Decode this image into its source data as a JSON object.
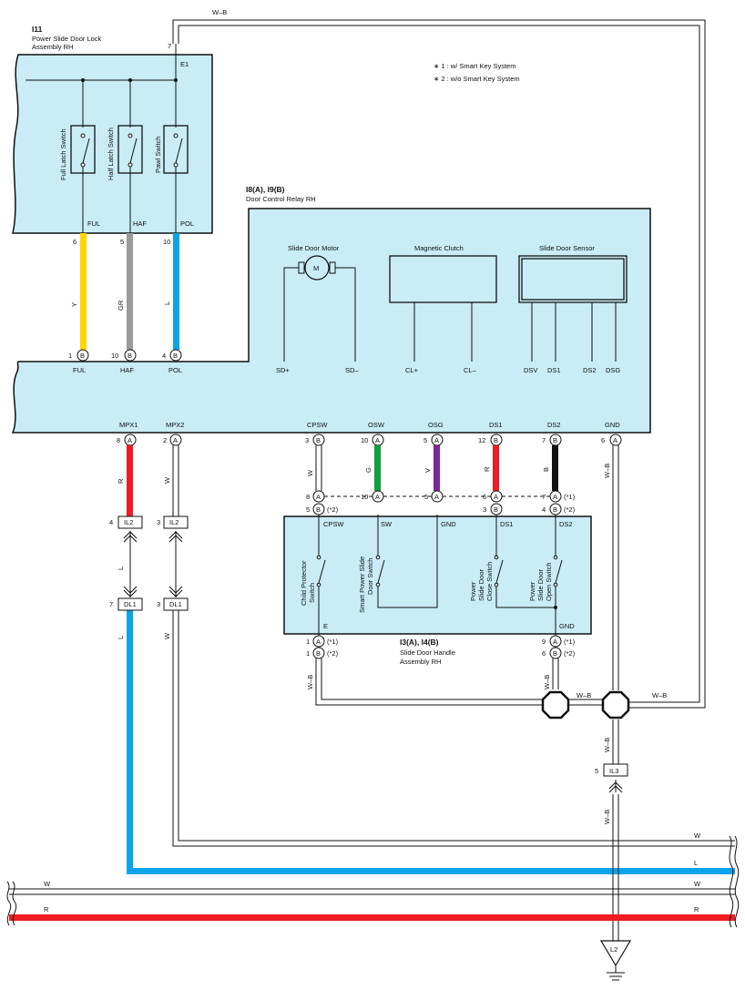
{
  "components": {
    "i11": {
      "code": "I11",
      "name_line1": "Power Slide Door Lock",
      "name_line2": "Assembly RH",
      "pin_top": "7",
      "pin_top_label": "E1",
      "switches": [
        "Full Latch Switch",
        "Half Latch Switch",
        "Pawl Switch"
      ],
      "terms": [
        "FUL",
        "HAF",
        "POL"
      ],
      "pins": [
        "6",
        "5",
        "10"
      ]
    },
    "i8": {
      "code": "I8(A), I9(B)",
      "name": "Door Control Relay RH",
      "motor": "Slide Door Motor",
      "motor_symbol": "M",
      "clutch": "Magnetic Clutch",
      "sensor": "Slide Door Sensor",
      "upper_terms": [
        "FUL",
        "HAF",
        "POL",
        "SD+",
        "SD–",
        "CL+",
        "CL–",
        "DSV",
        "DS1",
        "DS2",
        "DSG"
      ],
      "upper_pins": [
        "1",
        "10",
        "4"
      ],
      "upper_conn": "B",
      "lower_terms": [
        "MPX1",
        "MPX2",
        "CPSW",
        "OSW",
        "OSG",
        "DS1",
        "DS2",
        "GND"
      ],
      "lower_pins": [
        "8",
        "2",
        "3",
        "10",
        "5",
        "12",
        "7",
        "6"
      ],
      "lower_conns": [
        "A",
        "A",
        "B",
        "A",
        "A",
        "B",
        "B",
        "A"
      ]
    },
    "i3": {
      "code": "I3(A), I4(B)",
      "name_line1": "Slide Door Handle",
      "name_line2": "Assembly RH",
      "switches": [
        "Child Protector Switch",
        "Smart Power Slide Door Switch",
        "Power Slide Door Close Switch",
        "Power Slide Door Open Switch"
      ],
      "terms": [
        "CPSW",
        "SW",
        "GND",
        "DS1",
        "DS2",
        "E",
        "GND"
      ],
      "top_pins": [
        {
          "a": "8",
          "b": "5",
          "ann": "(*2)"
        },
        {
          "a": "10"
        },
        {
          "a": "5"
        },
        {
          "a": "6",
          "b": "3"
        },
        {
          "a": "7",
          "b": "4",
          "ann1": "(*1)",
          "ann2": "(*2)"
        }
      ],
      "bottom_pins": [
        {
          "a": "1",
          "b": "1",
          "ann1": "(*1)",
          "ann2": "(*2)"
        },
        {
          "a": "9",
          "b": "6",
          "ann1": "(*1)",
          "ann2": "(*2)"
        }
      ]
    }
  },
  "notes": [
    "∗ 1 : w/ Smart Key System",
    "∗ 2 : w/o Smart Key System"
  ],
  "wire_colors": {
    "ful": {
      "code": "Y",
      "hex": "#ffd800"
    },
    "haf": {
      "code": "GR",
      "hex": "#9a9a9a"
    },
    "pol": {
      "code": "L",
      "hex": "#0aa4e8"
    },
    "mpx1": {
      "code": "R",
      "hex": "#ee1c25"
    },
    "mpx2": {
      "code": "W",
      "hex": "#ffffff"
    },
    "cpsw": {
      "code": "W",
      "hex": "#ffffff"
    },
    "osw": {
      "code": "G",
      "hex": "#10a040"
    },
    "osg": {
      "code": "V",
      "hex": "#7a2a9a"
    },
    "ds1": {
      "code": "R",
      "hex": "#ee1c25"
    },
    "ds2": {
      "code": "B",
      "hex": "#111111"
    },
    "gnd": {
      "code": "W–B",
      "hex": "#ffffff"
    }
  },
  "wire_labels": {
    "top": "W–B",
    "mpx1_low": "L",
    "mpx2_low": "W",
    "handle_e": "W–B",
    "handle_gnd": "W–B",
    "splice1": "W–B",
    "splice2": "W–B",
    "splice_down": "W–B",
    "il3_down": "W–B",
    "right_w": "W",
    "right_l": "L",
    "bottom_w_left": "W",
    "bottom_w_right": "W",
    "bottom_r_left": "R",
    "bottom_r_right": "R"
  },
  "connectors": {
    "il2_a": {
      "pin": "4",
      "label": "IL2"
    },
    "il2_b": {
      "pin": "3",
      "label": "IL2"
    },
    "dl1_a": {
      "pin": "7",
      "label": "DL1"
    },
    "dl1_b": {
      "pin": "3",
      "label": "DL1"
    },
    "il3": {
      "pin": "5",
      "label": "IL3"
    },
    "ground": "L2"
  }
}
